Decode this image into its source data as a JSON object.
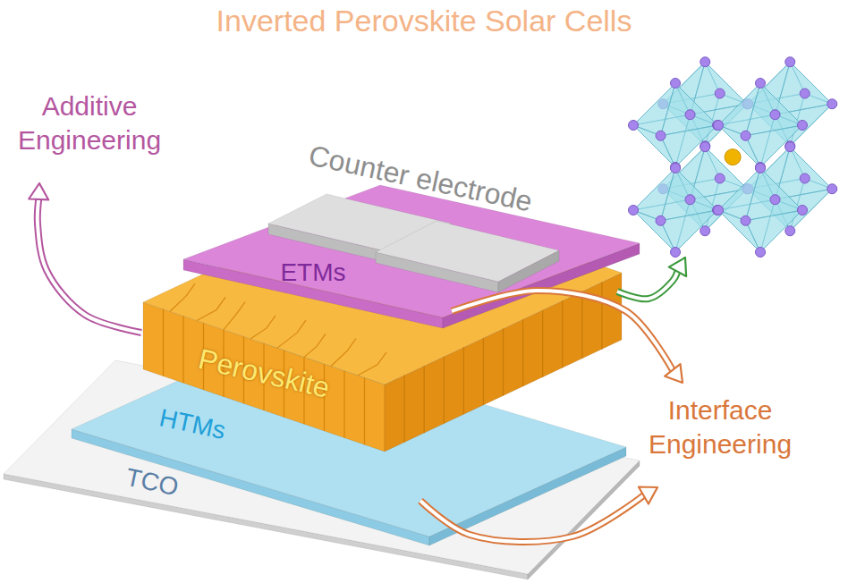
{
  "diagram": {
    "title": "Inverted Perovskite Solar Cells",
    "nodes": [
      {
        "text": [
          "Counter electrode"
        ]
      },
      {
        "text": [
          "ETMs"
        ]
      },
      {
        "text": [
          "Perovskite"
        ]
      },
      {
        "text": [
          "HTMs"
        ]
      },
      {
        "text": [
          "TCO"
        ]
      }
    ],
    "labels": [
      "Additive Engineering",
      "Interface Engineering"
    ]
  }
}
